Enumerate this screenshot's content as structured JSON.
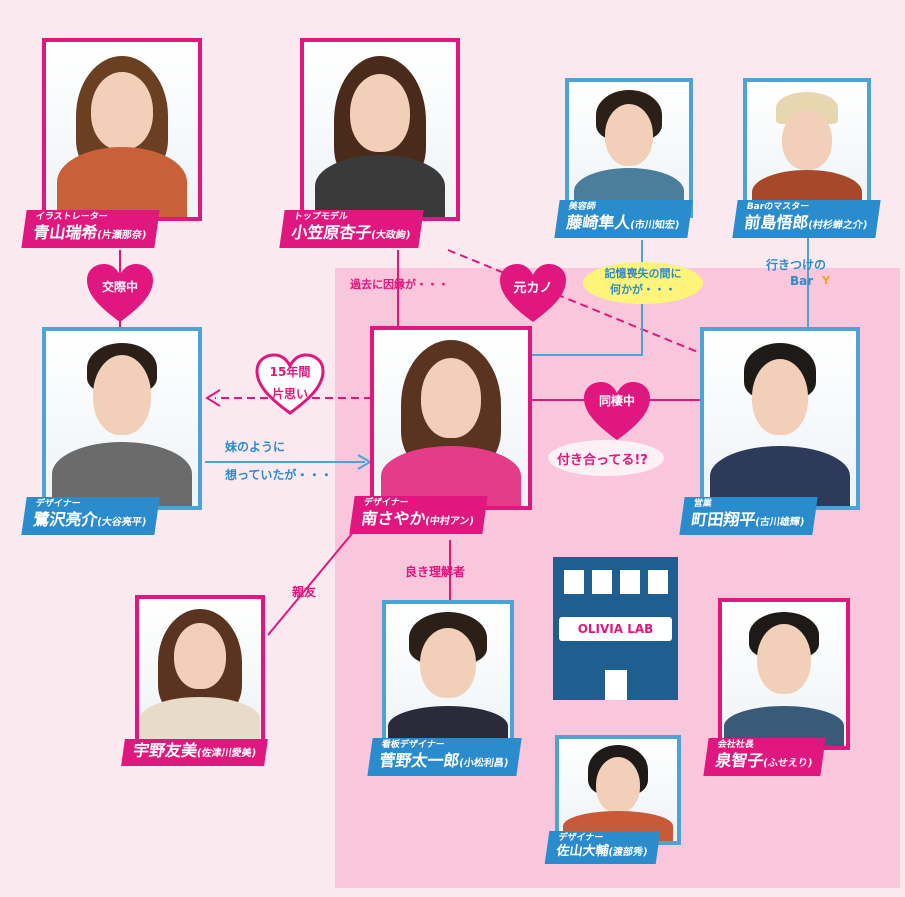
{
  "characters": {
    "aoyama": {
      "role": "イラストレーター",
      "name": "青山瑞希",
      "actor": "(片瀬那奈)"
    },
    "ogasawara": {
      "role": "トップモデル",
      "name": "小笠原杏子",
      "actor": "(大政絢)"
    },
    "fujisaki": {
      "role": "美容師",
      "name": "藤崎隼人",
      "actor": "(市川知宏)"
    },
    "maejima": {
      "role": "Barのマスター",
      "name": "前島悟郎",
      "actor": "(村杉蝉之介)"
    },
    "sagisawa": {
      "role": "デザイナー",
      "name": "鷺沢亮介",
      "actor": "(大谷亮平)"
    },
    "minami": {
      "role": "デザイナー",
      "name": "南さやか",
      "actor": "(中村アン)"
    },
    "machida": {
      "role": "営業",
      "name": "町田翔平",
      "actor": "(古川雄輝)"
    },
    "uno": {
      "role": "",
      "name": "宇野友美",
      "actor": "(佐津川愛美)"
    },
    "sugano": {
      "role": "看板デザイナー",
      "name": "菅野太一郎",
      "actor": "(小松利昌)"
    },
    "izumi": {
      "role": "会社社長",
      "name": "泉智子",
      "actor": "(ふせえり)"
    },
    "sayama": {
      "role": "デザイナー",
      "name": "佐山大輔",
      "actor": "(渡部秀)"
    }
  },
  "relations": {
    "dating": "交際中",
    "years": "15年間",
    "unrequited": "片思い",
    "ex": "元カノ",
    "living": "同棲中",
    "past": "過去に因縁が・・・",
    "memory_1": "記憶喪失の間に",
    "memory_2": "何かが・・・",
    "bar_1": "行きつけの",
    "bar_2": "Bar",
    "sister_1": "妹のように",
    "sister_2": "想っていたが・・・",
    "dating_q": "付き合ってる!?",
    "friend": "親友",
    "understanding": "良き理解者"
  },
  "company": {
    "logo": "OLIVIA LAB"
  },
  "colors": {
    "pink": "#e0177e",
    "blue": "#2a8ccc",
    "panel": "#f9c6dc",
    "building": "#1f5f8f"
  }
}
